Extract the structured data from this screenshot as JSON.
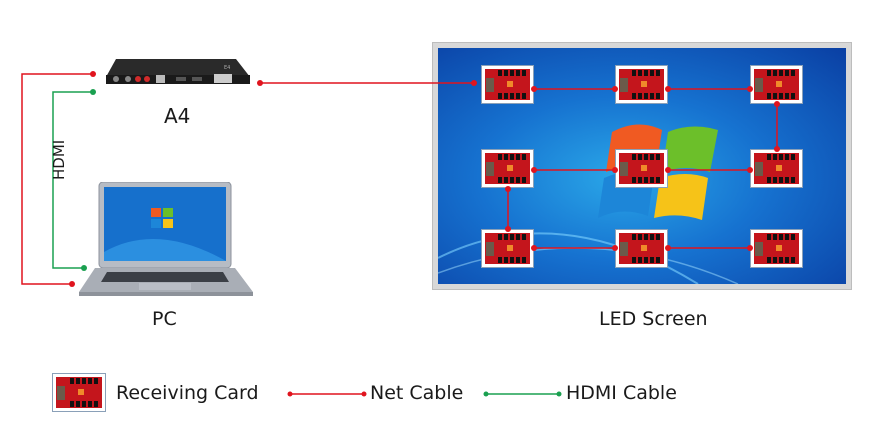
{
  "diagram": {
    "title": "",
    "nodes": {
      "controller": {
        "label": "A4"
      },
      "pc": {
        "label": "PC"
      },
      "screen": {
        "label": "LED Screen"
      }
    },
    "connections": {
      "hdmi_label": "HDMI"
    },
    "receiving_cards": {
      "rows": 3,
      "cols": 3,
      "chain_order": [
        "r1c1",
        "r1c2",
        "r1c3",
        "r2c3",
        "r2c2",
        "r2c1",
        "r3c1",
        "r3c2",
        "r3c3"
      ]
    }
  },
  "legend": {
    "items": [
      {
        "label": "Receiving Card",
        "kind": "card"
      },
      {
        "label": "Net Cable",
        "kind": "line",
        "color": "#e0141e"
      },
      {
        "label": "HDMI Cable",
        "kind": "line",
        "color": "#1aa050"
      }
    ]
  },
  "colors": {
    "net_cable": "#e0141e",
    "hdmi_cable": "#1aa050",
    "screen_bg": "#1672d0"
  }
}
